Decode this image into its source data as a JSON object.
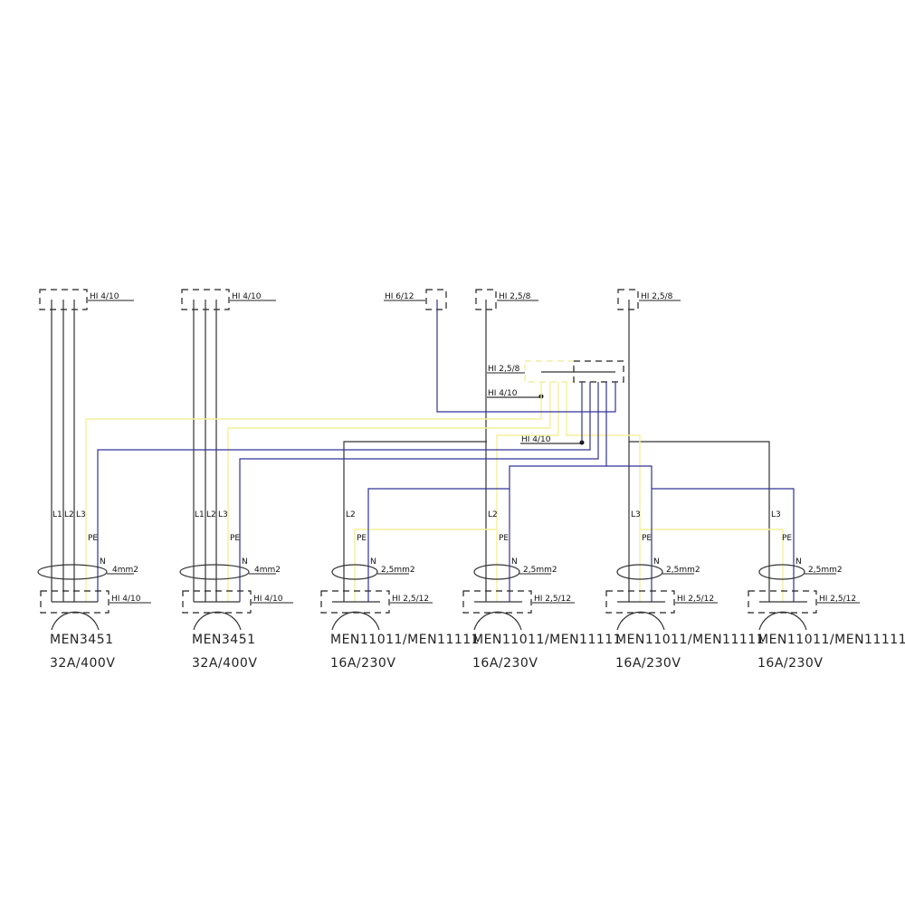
{
  "colors": {
    "phase": "#333333",
    "pe": "#f4ef9a",
    "neutral": "#33339a"
  },
  "feeds": {
    "unit1": "HI 4/10",
    "unit2": "HI 4/10",
    "hi612": "HI 6/12",
    "unit4": "HI 2,5/8",
    "unit6": "HI 2,5/8"
  },
  "junction": {
    "box_label": "HI 2,5/8",
    "tap1": "HI 4/10",
    "tap2": "HI 4/10"
  },
  "sockets": [
    {
      "wires": [
        "L1",
        "L2",
        "L3"
      ],
      "pe": "PE",
      "n": "N",
      "cable": "4mm2",
      "box": "HI 4/10",
      "model": "MEN3451",
      "rating": "32A/400V"
    },
    {
      "wires": [
        "L1",
        "L2",
        "L3"
      ],
      "pe": "PE",
      "n": "N",
      "cable": "4mm2",
      "box": "HI 4/10",
      "model": "MEN3451",
      "rating": "32A/400V"
    },
    {
      "wires": [
        "L2"
      ],
      "pe": "PE",
      "n": "N",
      "cable": "2,5mm2",
      "box": "HI 2,5/12",
      "model": "MEN11011/MEN11111",
      "rating": "16A/230V"
    },
    {
      "wires": [
        "L2"
      ],
      "pe": "PE",
      "n": "N",
      "cable": "2,5mm2",
      "box": "HI 2,5/12",
      "model": "MEN11011/MEN11111",
      "rating": "16A/230V"
    },
    {
      "wires": [
        "L3"
      ],
      "pe": "PE",
      "n": "N",
      "cable": "2,5mm2",
      "box": "HI 2,5/12",
      "model": "MEN11011/MEN11111",
      "rating": "16A/230V"
    },
    {
      "wires": [
        "L3"
      ],
      "pe": "PE",
      "n": "N",
      "cable": "2,5mm2",
      "box": "HI 2,5/12",
      "model": "MEN11011/MEN11111",
      "rating": "16A/230V"
    }
  ]
}
